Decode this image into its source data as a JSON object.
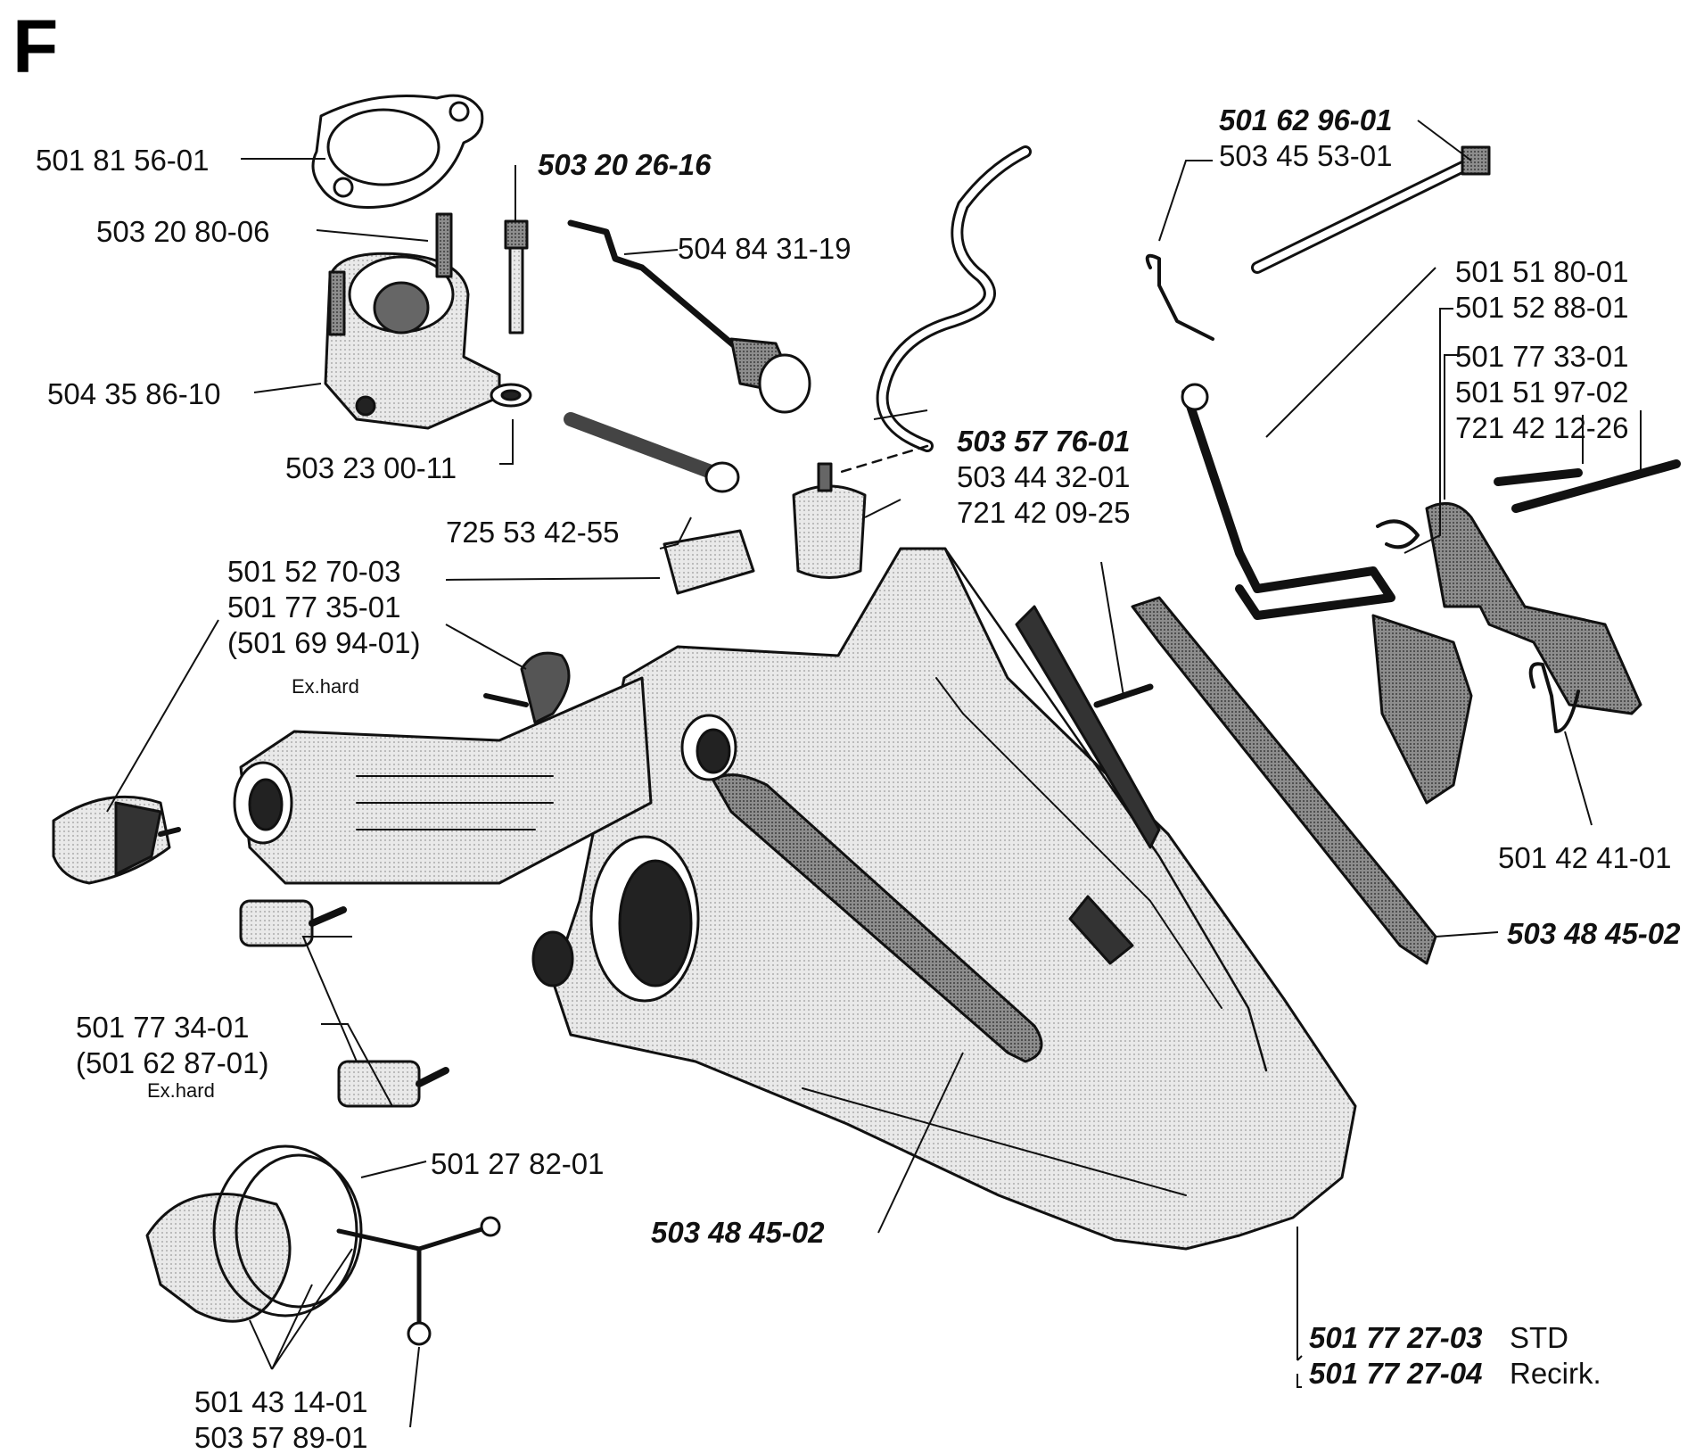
{
  "section_letter": "F",
  "labels": {
    "l01": "501 81 56-01",
    "l02": "503 20 80-06",
    "l03": "504 35 86-10",
    "l04": "503 23 00-11",
    "l05": "503 20 26-16",
    "l06": "504 84 31-19",
    "l07": "725 53 42-55",
    "l08": "501 52 70-03",
    "l09": "501 77 35-01",
    "l10": "(501 69 94-01)",
    "l11": "Ex.hard",
    "l12": "503 57 76-01",
    "l13": "503 44 32-01",
    "l14": "721 42 09-25",
    "l15": "501 62 96-01",
    "l16": "503 45 53-01",
    "l17": "501 51 80-01",
    "l18": "501 52 88-01",
    "l19": "501 77 33-01",
    "l20": "501 51 97-02",
    "l21": "721 42 12-26",
    "l22": "501 42 41-01",
    "l23": "503 48 45-02",
    "l24": "501 77 34-01",
    "l25": "(501 62 87-01)",
    "l26": "Ex.hard",
    "l27": "501 27 82-01",
    "l28": "503 48 45-02",
    "l29": "501 43 14-01",
    "l30": "503 57 89-01",
    "l31": "501 77 27-03",
    "l32": "STD",
    "l33": "501 77 27-04",
    "l34": "Recirk."
  },
  "colors": {
    "ink": "#111111",
    "fill_light": "#e4e4e4",
    "fill_mid": "#b9b9b9",
    "fill_dark": "#5a5a5a"
  }
}
